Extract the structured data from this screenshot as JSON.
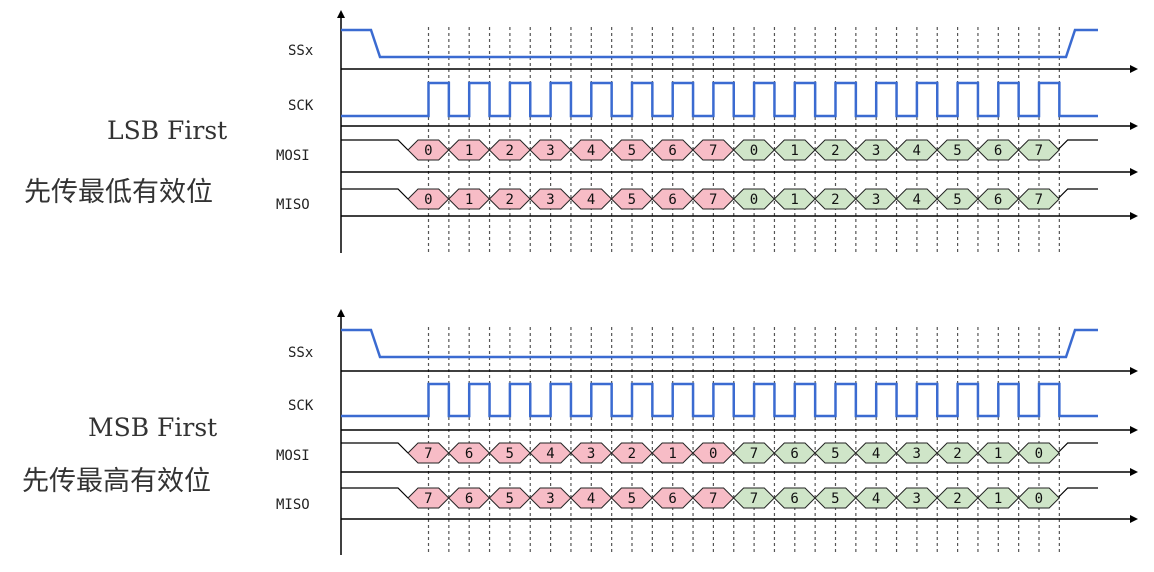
{
  "colors": {
    "axis": "#000000",
    "waveform": "#3b6bd1",
    "bit_byte1": "#f7bcc6",
    "bit_byte2": "#cfe5c8",
    "gridline": "#555555",
    "text": "#333333"
  },
  "panels": [
    {
      "title": "LSB First",
      "subtitle": "先传最低有效位",
      "signals": [
        "SSx",
        "SCK",
        "MOSI",
        "MISO"
      ],
      "mosi_bits": [
        "0",
        "1",
        "2",
        "3",
        "4",
        "5",
        "6",
        "7",
        "0",
        "1",
        "2",
        "3",
        "4",
        "5",
        "6",
        "7"
      ],
      "miso_bits": [
        "0",
        "1",
        "2",
        "3",
        "4",
        "5",
        "6",
        "7",
        "0",
        "1",
        "2",
        "3",
        "4",
        "5",
        "6",
        "7"
      ]
    },
    {
      "title": "MSB First",
      "subtitle": "先传最高有效位",
      "signals": [
        "SSx",
        "SCK",
        "MOSI",
        "MISO"
      ],
      "mosi_bits": [
        "7",
        "6",
        "5",
        "4",
        "3",
        "2",
        "1",
        "0",
        "7",
        "6",
        "5",
        "4",
        "3",
        "2",
        "1",
        "0"
      ],
      "miso_bits": [
        "7",
        "6",
        "5",
        "3",
        "4",
        "5",
        "6",
        "7",
        "7",
        "6",
        "5",
        "4",
        "3",
        "2",
        "1",
        "0"
      ]
    }
  ]
}
